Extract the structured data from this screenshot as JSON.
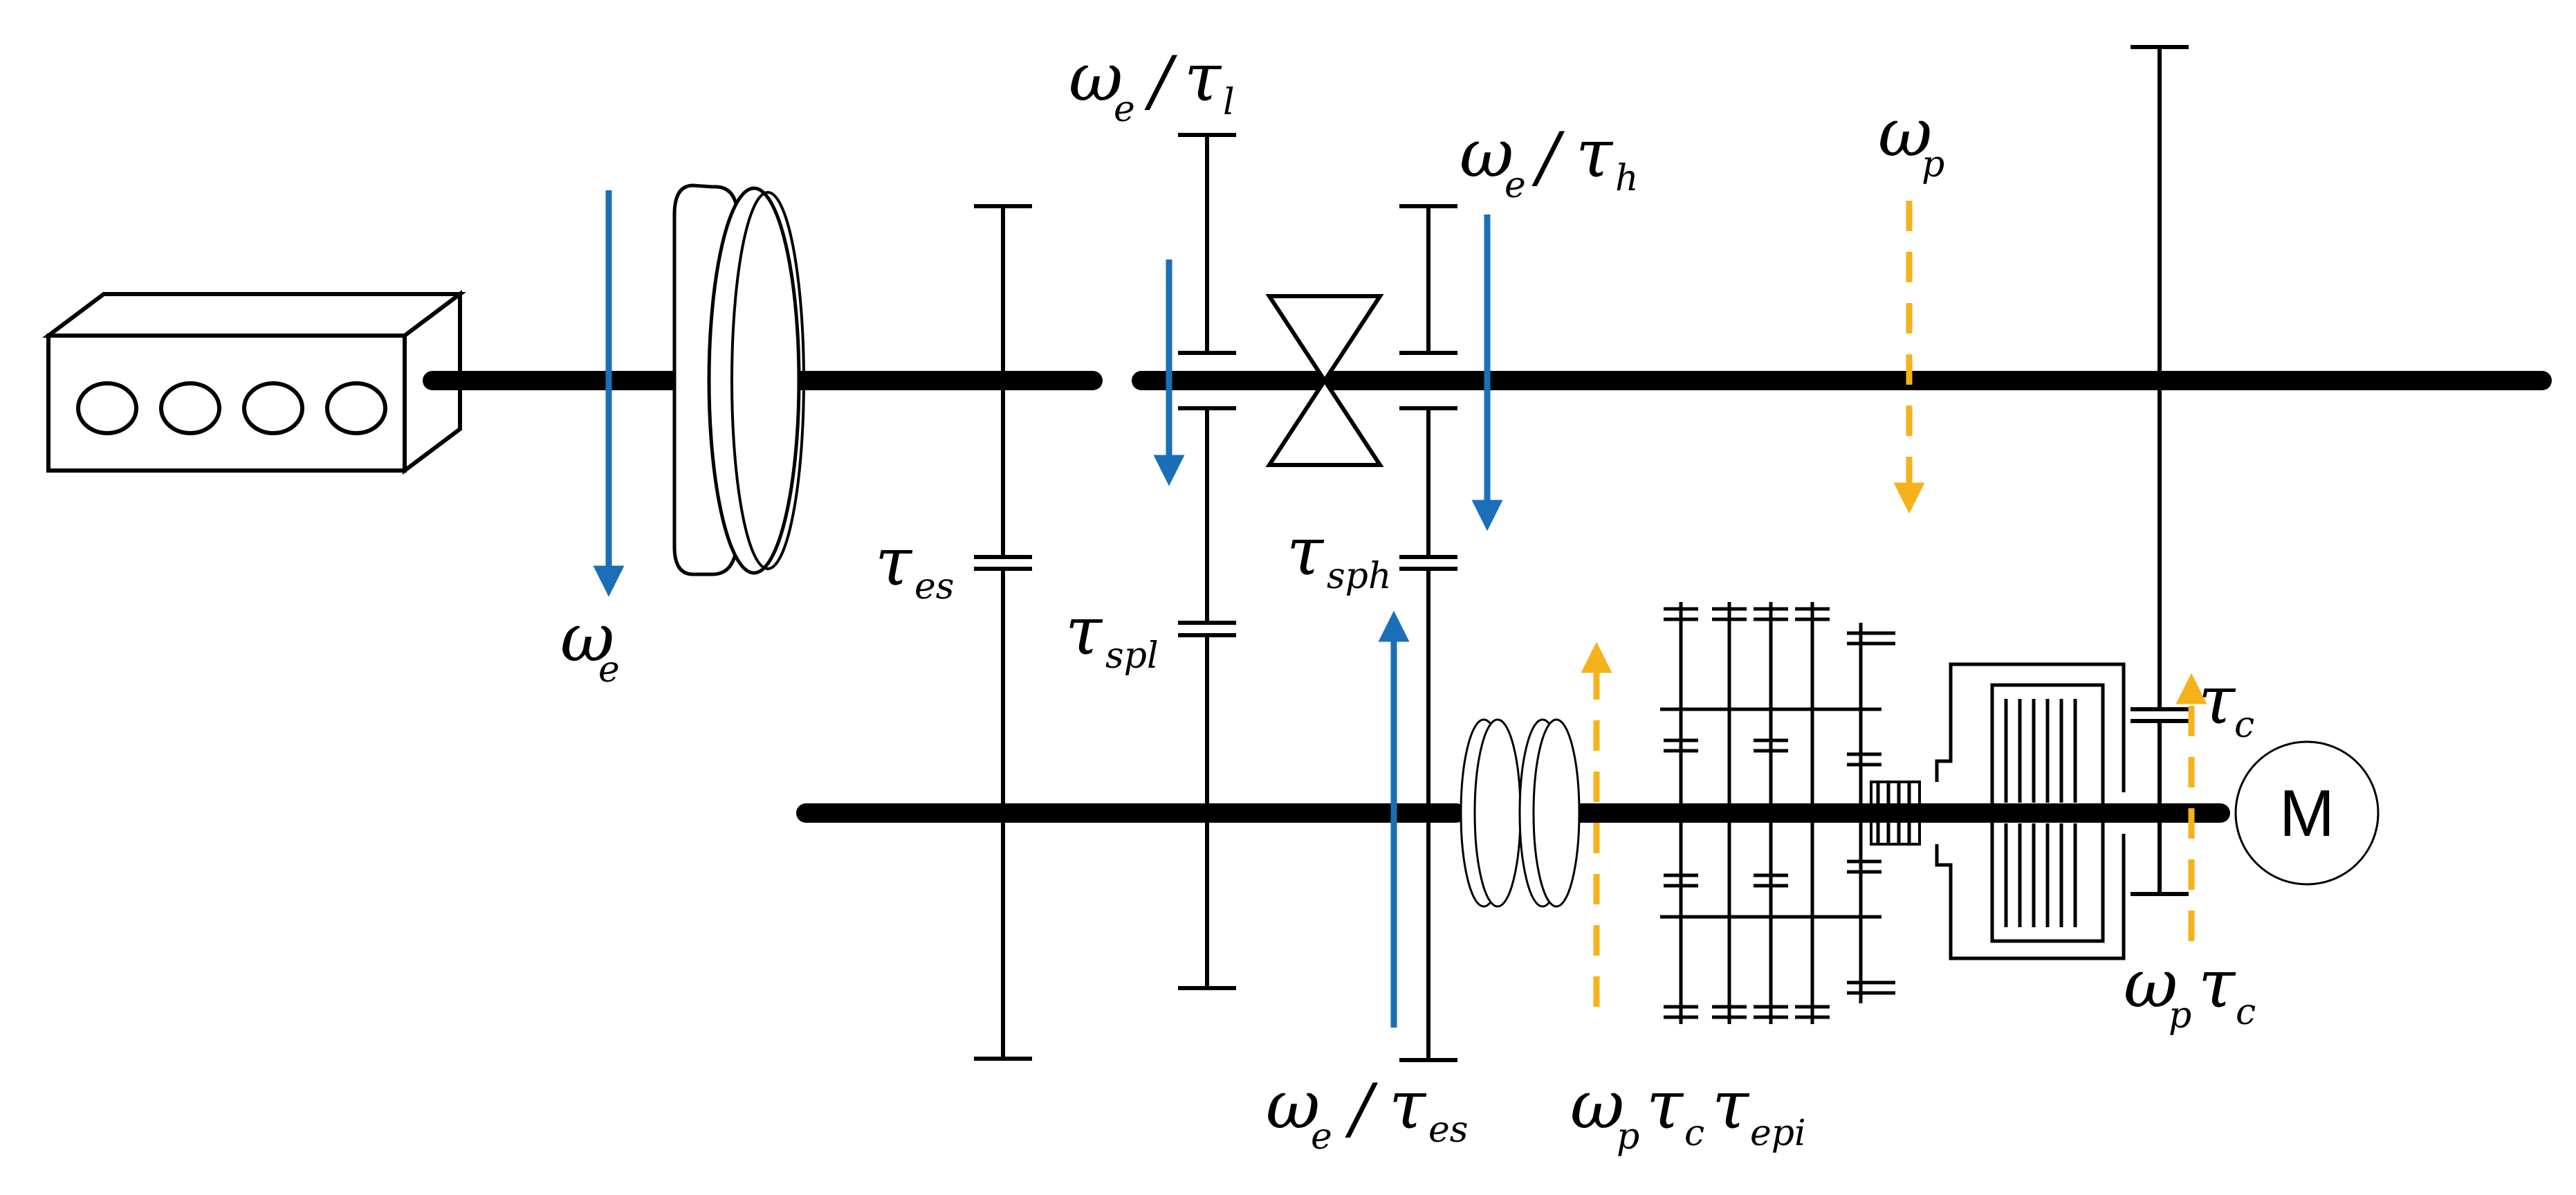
{
  "labels": {
    "omega_e_main": "ω",
    "omega_e_sub": "e",
    "tau_es_main": "τ",
    "tau_es_sub": "es",
    "tau_spl_main": "τ",
    "tau_spl_sub": "spl",
    "tau_sph_main": "τ",
    "tau_sph_sub": "sph",
    "we_tl": {
      "a": "ω",
      "a_sub": "e",
      "slash": "/",
      "b": "τ",
      "b_sub": "l"
    },
    "we_th": {
      "a": "ω",
      "a_sub": "e",
      "slash": "/",
      "b": "τ",
      "b_sub": "h"
    },
    "we_tes": {
      "a": "ω",
      "a_sub": "e",
      "slash": "/",
      "b": "τ",
      "b_sub": "es"
    },
    "omega_p": {
      "a": "ω",
      "a_sub": "p"
    },
    "tau_c": {
      "a": "τ",
      "a_sub": "c"
    },
    "wp_tc": {
      "a": "ω",
      "a_sub": "p",
      "b": "τ",
      "b_sub": "c"
    },
    "wp_tc_tepi": {
      "a": "ω",
      "a_sub": "p",
      "b": "τ",
      "b_sub": "c",
      "c": "τ",
      "c_sub": "epi"
    },
    "motor": "M"
  },
  "colors": {
    "engine_speed_arrow": "#1a6fb8",
    "motor_speed_arrow": "#f5b21c",
    "shaft": "#000000"
  }
}
